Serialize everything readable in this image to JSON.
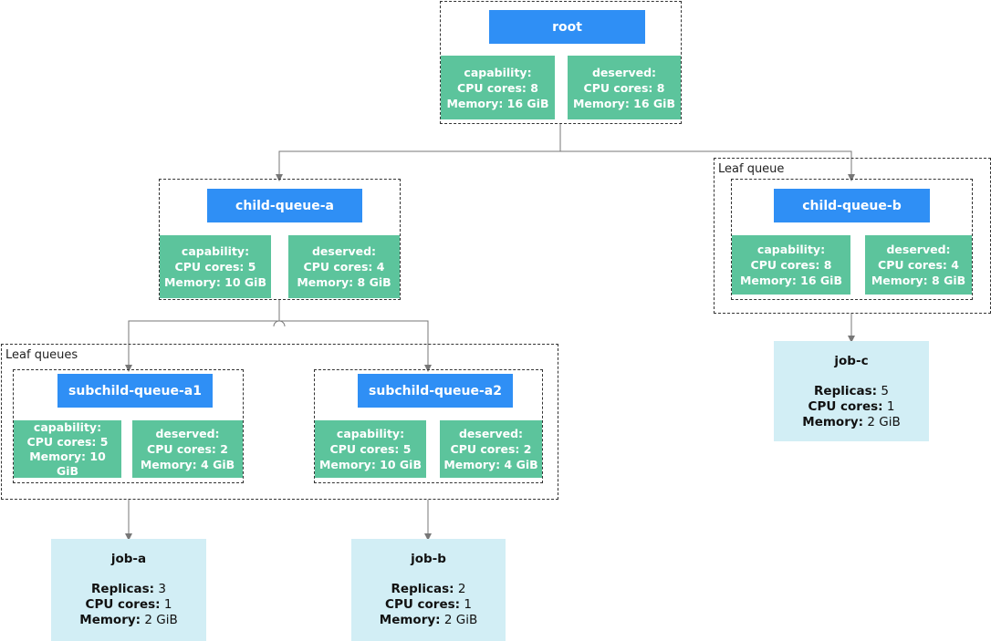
{
  "root": {
    "title": "root",
    "capability": {
      "header": "capability:",
      "cpu": "CPU cores: 8",
      "memory": "Memory: 16 GiB"
    },
    "deserved": {
      "header": "deserved:",
      "cpu": "CPU cores: 8",
      "memory": "Memory: 16 GiB"
    }
  },
  "child_queue_a": {
    "title": "child-queue-a",
    "capability": {
      "header": "capability:",
      "cpu": "CPU cores: 5",
      "memory": "Memory: 10 GiB"
    },
    "deserved": {
      "header": "deserved:",
      "cpu": "CPU cores: 4",
      "memory": "Memory: 8 GiB"
    }
  },
  "child_queue_b": {
    "group_label": "Leaf queue",
    "title": "child-queue-b",
    "capability": {
      "header": "capability:",
      "cpu": "CPU cores: 8",
      "memory": "Memory: 16 GiB"
    },
    "deserved": {
      "header": "deserved:",
      "cpu": "CPU cores: 4",
      "memory": "Memory: 8 GiB"
    }
  },
  "leaf_queues_label": "Leaf queues",
  "subchild_queue_a1": {
    "title": "subchild-queue-a1",
    "capability": {
      "header": "capability:",
      "cpu": "CPU cores: 5",
      "memory_1": "Memory: 10",
      "memory_2": "GiB"
    },
    "deserved": {
      "header": "deserved:",
      "cpu": "CPU cores: 2",
      "memory": "Memory: 4 GiB"
    }
  },
  "subchild_queue_a2": {
    "title": "subchild-queue-a2",
    "capability": {
      "header": "capability:",
      "cpu": "CPU cores: 5",
      "memory": "Memory: 10 GiB"
    },
    "deserved": {
      "header": "deserved:",
      "cpu": "CPU cores: 2",
      "memory": "Memory: 4 GiB"
    }
  },
  "jobs": {
    "labels": {
      "replicas": "Replicas:",
      "cpu": "CPU cores:",
      "memory": "Memory:"
    },
    "job_a": {
      "title": "job-a",
      "replicas": "3",
      "cpu": "1",
      "memory": "2 GiB"
    },
    "job_b": {
      "title": "job-b",
      "replicas": "2",
      "cpu": "1",
      "memory": "2 GiB"
    },
    "job_c": {
      "title": "job-c",
      "replicas": "5",
      "cpu": "1",
      "memory": "2 GiB"
    }
  },
  "colors": {
    "queue_title": "#2f8ff5",
    "param_box": "#5cc49c",
    "job_box": "#d2eef5",
    "connector": "#777777"
  }
}
